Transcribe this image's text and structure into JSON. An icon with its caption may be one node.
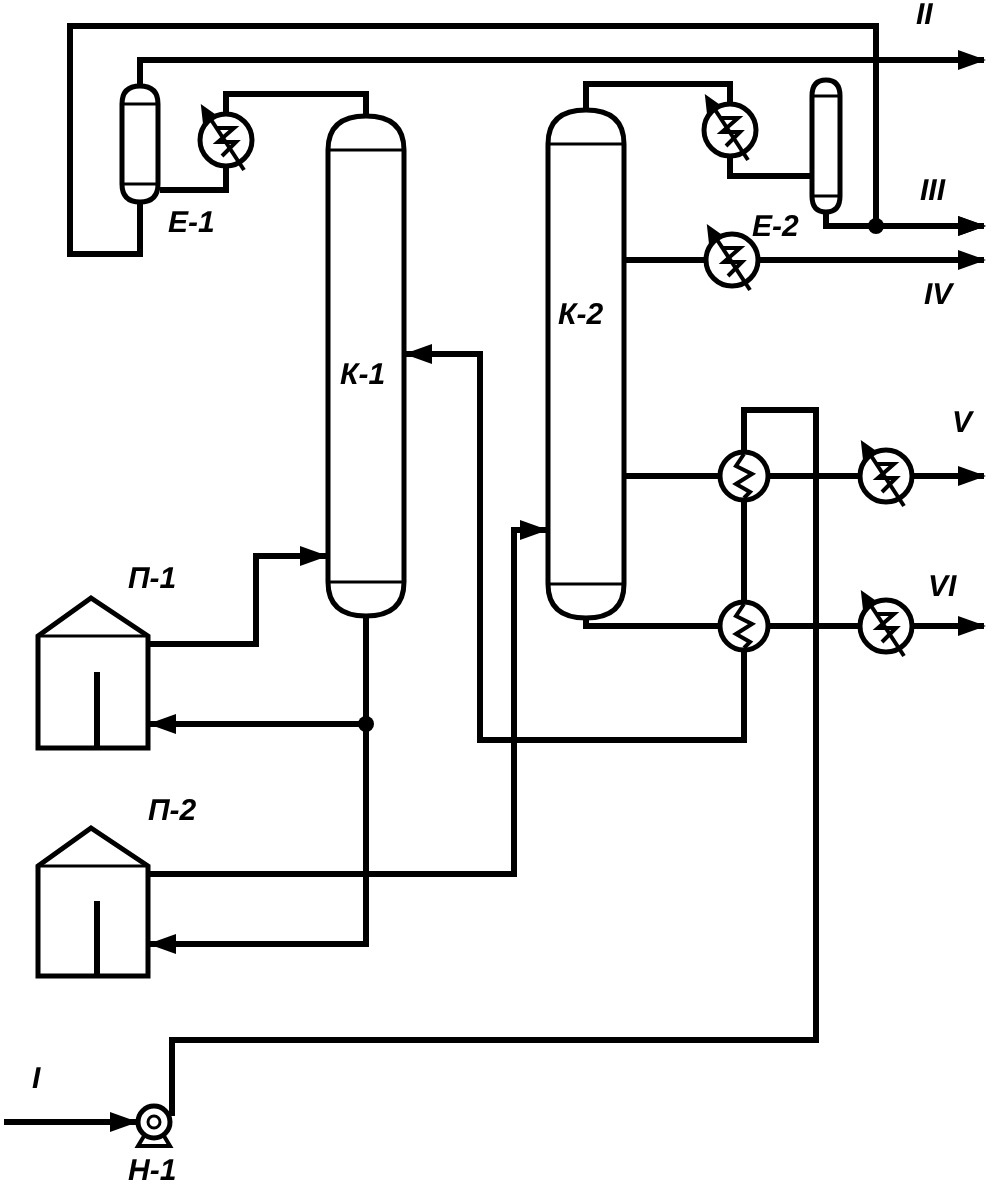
{
  "diagram": {
    "nodes": [
      {
        "text": [
          "Е-1"
        ]
      },
      {
        "text": [],
        "shape": "circle"
      },
      {
        "text": [
          "К-1"
        ]
      },
      {
        "text": [
          "К-2"
        ]
      },
      {
        "text": [],
        "shape": "circle"
      },
      {
        "text": [
          "Е-2"
        ]
      },
      {
        "text": [],
        "shape": "circle"
      },
      {
        "text": [],
        "shape": "circle"
      },
      {
        "text": [],
        "shape": "circle"
      },
      {
        "text": [],
        "shape": "circle"
      },
      {
        "text": [],
        "shape": "circle"
      },
      {
        "text": [
          "П-1"
        ]
      },
      {
        "text": [
          "П-2"
        ]
      },
      {
        "text": [
          "Н-1"
        ]
      }
    ],
    "edges": [
      {
        "from": 2,
        "to": 1,
        "arrow": "none"
      },
      {
        "from": 1,
        "to": 0,
        "arrow": "none"
      },
      {
        "from": 0,
        "to": null,
        "arrow": "to"
      },
      {
        "from": 0,
        "to": null,
        "arrow": "to"
      },
      {
        "from": 3,
        "to": 4,
        "arrow": "none"
      },
      {
        "from": 4,
        "to": 5,
        "arrow": "none"
      },
      {
        "from": 5,
        "to": null,
        "arrow": "to"
      },
      {
        "from": 3,
        "to": 6,
        "arrow": "none"
      },
      {
        "from": 6,
        "to": null,
        "arrow": "to"
      },
      {
        "from": 3,
        "to": 7,
        "arrow": "none"
      },
      {
        "from": 7,
        "to": 8,
        "arrow": "none"
      },
      {
        "from": 8,
        "to": null,
        "arrow": "to"
      },
      {
        "from": 3,
        "to": 9,
        "arrow": "none"
      },
      {
        "from": 9,
        "to": 10,
        "arrow": "none"
      },
      {
        "from": 10,
        "to": null,
        "arrow": "to"
      },
      {
        "from": null,
        "to": 13,
        "arrow": "to"
      },
      {
        "from": 13,
        "to": 7,
        "arrow": "none"
      },
      {
        "from": 7,
        "to": 9,
        "arrow": "none"
      },
      {
        "from": 9,
        "to": 2,
        "arrow": "to"
      },
      {
        "from": 2,
        "to": 11,
        "arrow": "to"
      },
      {
        "from": 2,
        "to": 12,
        "arrow": "to"
      },
      {
        "from": 11,
        "to": 2,
        "arrow": "to"
      },
      {
        "from": 12,
        "to": 3,
        "arrow": "to"
      }
    ],
    "labels": [
      "II",
      "III",
      "IV",
      "V",
      "VI",
      "I"
    ]
  }
}
